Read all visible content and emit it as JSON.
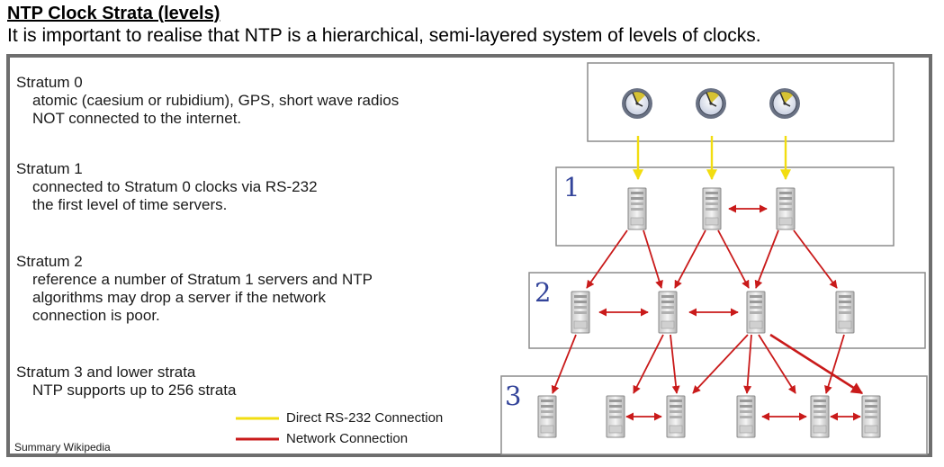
{
  "title": "NTP Clock Strata (levels)",
  "subtitle": "It is important to realise that NTP is a hierarchical, semi-layered system of levels of clocks.",
  "strata": [
    {
      "heading": "Stratum 0",
      "lines": [
        "atomic (caesium or rubidium), GPS, short wave radios",
        "NOT connected to the internet."
      ]
    },
    {
      "heading": "Stratum 1",
      "lines": [
        "connected to Stratum 0 clocks via RS-232",
        "the first level of time servers."
      ]
    },
    {
      "heading": "Stratum 2",
      "lines": [
        "reference a number of Stratum 1 servers and NTP",
        "algorithms may drop a server if the network",
        "connection is poor."
      ]
    },
    {
      "heading": "Stratum 3 and lower strata",
      "lines": [
        "NTP supports up to 256 strata"
      ]
    }
  ],
  "legend": [
    {
      "label": "Direct RS-232 Connection",
      "color": "#f2dd10"
    },
    {
      "label": "Network Connection",
      "color": "#c91a1a"
    }
  ],
  "source": "Summary Wikipedia",
  "diagram": {
    "level_labels": [
      "1",
      "2",
      "3"
    ],
    "icons": {
      "clock": "clock-icon",
      "server": "server-icon"
    },
    "colors": {
      "rs232": "#f2dd10",
      "network": "#c91a1a",
      "level_label": "#33449a"
    }
  }
}
